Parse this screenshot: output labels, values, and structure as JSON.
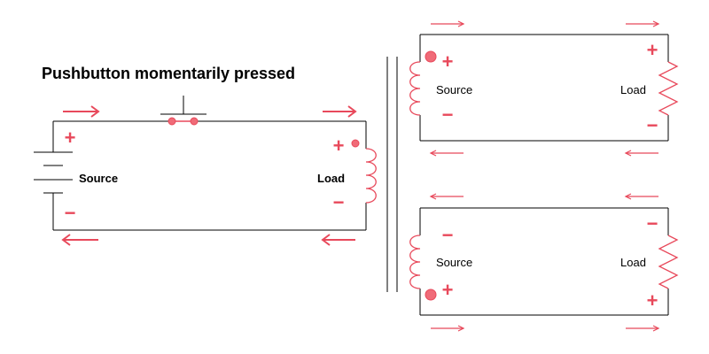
{
  "title": "Pushbutton momentarily pressed",
  "primary": {
    "source_label": "Source",
    "load_label": "Load"
  },
  "secondary_top": {
    "source_label": "Source",
    "load_label": "Load"
  },
  "secondary_bottom": {
    "source_label": "Source",
    "load_label": "Load"
  },
  "colors": {
    "accent": "#e8495b",
    "dot_fill": "#f06b78",
    "wire": "#000000",
    "core": "#000000"
  },
  "icons": [
    "battery-icon",
    "pushbutton-icon",
    "inductor-coil-icon",
    "resistor-icon",
    "arrow-right-icon",
    "arrow-left-icon",
    "plus-sign-icon",
    "minus-sign-icon",
    "polarity-dot-icon"
  ]
}
